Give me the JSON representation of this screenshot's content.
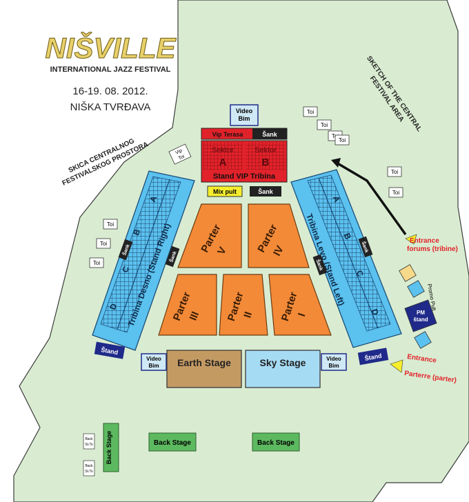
{
  "logo": {
    "name": "NIŠVILLE",
    "subtitle": "INTERNATIONAL JAZZ FESTIVAL"
  },
  "dates": "16-19. 08. 2012.",
  "venue": "NIŠKA TVRĐAVA",
  "sketch_sr": {
    "line1": "SKICA CENTRALNOG",
    "line2": "FESTIVALSKOG PROSTORA"
  },
  "sketch_en": {
    "line1": "SKETCH OF THE CENTRAL",
    "line2": "FESTIVAL AREA"
  },
  "video_bim": {
    "line1": "Video",
    "line2": "Bim"
  },
  "vip": {
    "terasa": "Vip Terasa",
    "sank": "Šank",
    "sektor_a_1": "Sektor",
    "sektor_a_2": "A",
    "sektor_b_1": "Sektor",
    "sektor_b_2": "B",
    "stand": "Stand VIP Tribina"
  },
  "mix_pult": "Mix pult",
  "sank": "Šank",
  "stand": "Štand",
  "vip_toi": {
    "line1": "Vip",
    "line2": "Toi"
  },
  "toi": "Toi",
  "parter": {
    "label": "Parter",
    "v": "V",
    "iv": "IV",
    "iii": "III",
    "ii": "II",
    "i": "I"
  },
  "tribina_desno": "Tribina Desno (Stand Right)",
  "tribina_levo": "Tribina Levo (Stand Left)",
  "sektor_word": "Sektor",
  "sectors": {
    "a": "A",
    "b": "B",
    "c": "C",
    "d": "D"
  },
  "earth_stage": "Earth Stage",
  "sky_stage": "Sky Stage",
  "back_stage": "Back Stage",
  "back_stage_small": {
    "line1": "Back",
    "line2": "St.To"
  },
  "entrance_forums": {
    "line1": "Entrance",
    "line2": "forums (tribine)"
  },
  "entrance_parterre": {
    "line1": "Entrance",
    "line2": "Parterre (parter)"
  },
  "promo_pult": "Promo Pult",
  "pm_stand": {
    "line1": "PM",
    "line2": "štand"
  },
  "colors": {
    "ground": "#d9ecd1",
    "parter": "#f38a38",
    "tribina": "#5bc1ef",
    "vip": "#e2222a",
    "earth_stage": "#c49a63",
    "sky_stage": "#a6dbf4",
    "back_stage": "#5db960",
    "navy": "#1f2a8a",
    "mix": "#f6ee2d",
    "entrance": "#e2222a"
  }
}
